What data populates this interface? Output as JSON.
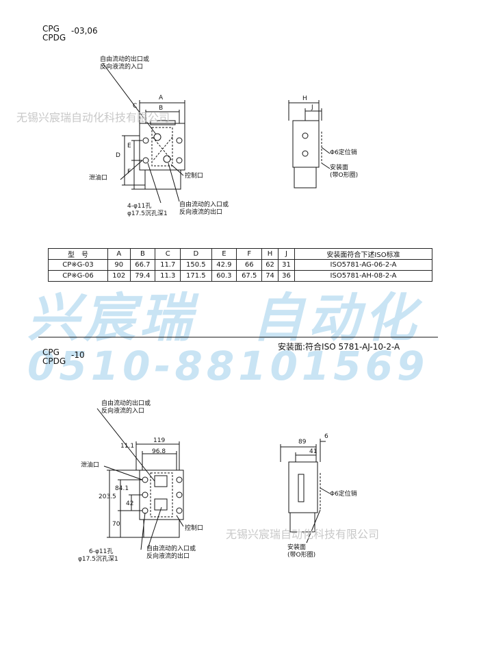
{
  "section1": {
    "model_line1": "CPG",
    "model_line2": "CPDG",
    "model_suffix": "-03,06",
    "labels": {
      "top_port": "自由流动的出口或\n反向液流的入口",
      "drain": "泄油口",
      "pilot": "控制口",
      "bolt_holes": "4-φ11孔",
      "counterbore": "φ17.5沉孔深1",
      "bottom_port": "自由流动的入口或\n反向液流的出口",
      "locating_pin": "Φ6定位销",
      "mount_face": "安装面\n(带O形圈)"
    },
    "dims": {
      "A": "A",
      "B": "B",
      "C": "C",
      "D": "D",
      "E": "E",
      "F": "F",
      "H": "H",
      "J": "J"
    }
  },
  "table": {
    "headers": [
      "型　号",
      "A",
      "B",
      "C",
      "D",
      "E",
      "F",
      "H",
      "J",
      "安装面符合下述ISO标准"
    ],
    "rows": [
      [
        "CP※G-03",
        "90",
        "66.7",
        "11.7",
        "150.5",
        "42.9",
        "66",
        "62",
        "31",
        "ISO5781-AG-06-2-A"
      ],
      [
        "CP※G-06",
        "102",
        "79.4",
        "11.3",
        "171.5",
        "60.3",
        "67.5",
        "74",
        "36",
        "ISO5781-AH-08-2-A"
      ]
    ]
  },
  "section2": {
    "mount_std": "安装面:符合ISO 5781-AJ-10-2-A",
    "model_line1": "CPG",
    "model_line2": "CPDG",
    "model_suffix": "-10",
    "labels": {
      "top_port": "自由流动的出口或\n反向液流的入口",
      "drain": "泄油口",
      "pilot": "控制口",
      "bolt_holes": "6-φ11孔",
      "counterbore": "φ17.5沉孔深1",
      "bottom_port": "自由流动的入口或\n反向液流的出口",
      "locating_pin": "Φ6定位销",
      "mount_face": "安装面\n(带O形圈)"
    },
    "dims": {
      "d119": "119",
      "d96_8": "96.8",
      "d11_1": "11.1",
      "d203_5": "203.5",
      "d84_1": "84.1",
      "d42": "42",
      "d70": "70",
      "d89": "89",
      "d41": "41",
      "d6": "6"
    }
  },
  "watermarks": {
    "company1": "无锡兴宸瑞自动化科技有限公司",
    "company2": "无锡兴宸瑞自动化科技有限公司",
    "brand": "兴宸瑞　自动化",
    "phone": "0510-88101569"
  },
  "colors": {
    "watermark_blue": "#c9e4f4",
    "watermark_gray": "#c8c8c8",
    "line": "#111111"
  }
}
